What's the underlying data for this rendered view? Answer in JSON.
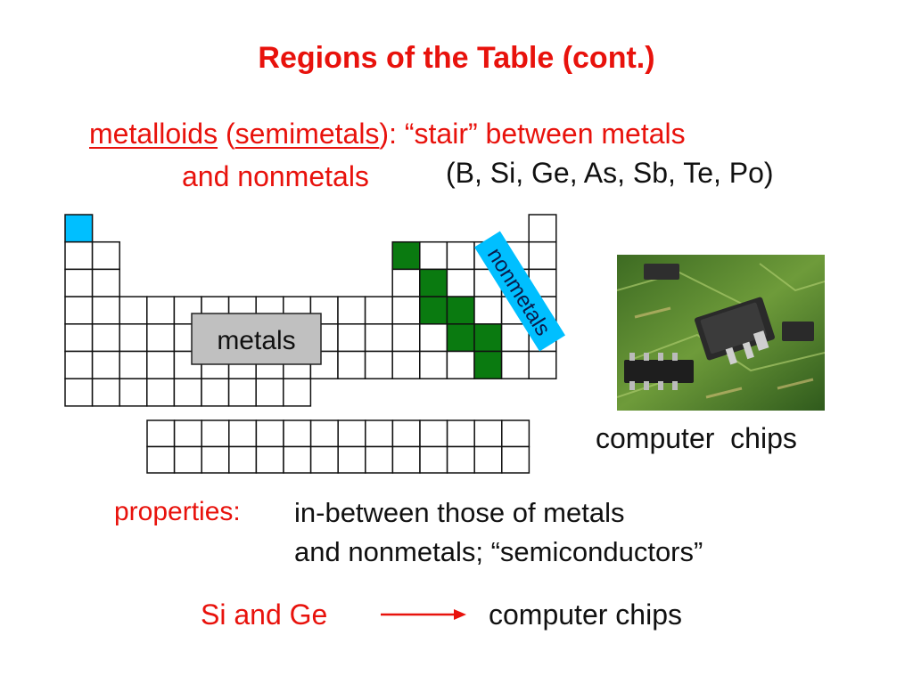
{
  "title": "Regions of the Table (cont.)",
  "definition": {
    "term": "metalloids",
    "open_paren": " (",
    "alt_term": "semimetals",
    "rest": "): “stair” between metals",
    "line2": "and nonmetals",
    "elements": "(B, Si, Ge, As, Sb, Te, Po)"
  },
  "table": {
    "metals_label": "metals",
    "nonmetals_label": "nonmetals"
  },
  "colors": {
    "title": "#e8120c",
    "hydrogen": "#00bfff",
    "metalloid": "#0a7a10",
    "metals_box": "#c0c0c0"
  },
  "photo": {
    "caption": "computer  chips"
  },
  "properties": {
    "label": "properties:",
    "line1": "in-between those of metals",
    "line2": "and nonmetals; “semiconductors”"
  },
  "usage": {
    "subject": "Si and Ge",
    "arrow_icon": "right-arrow-icon",
    "result": "computer chips"
  }
}
